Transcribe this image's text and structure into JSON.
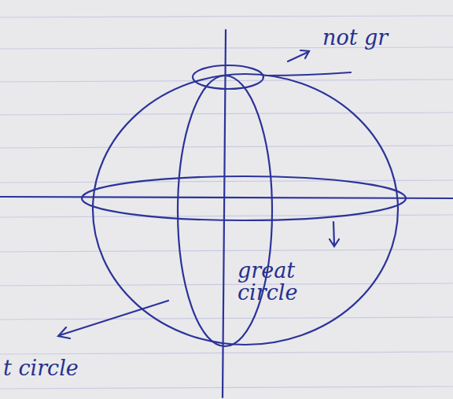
{
  "diagram": {
    "labels": [
      "not gr",
      "great circle",
      "t circle"
    ]
  }
}
